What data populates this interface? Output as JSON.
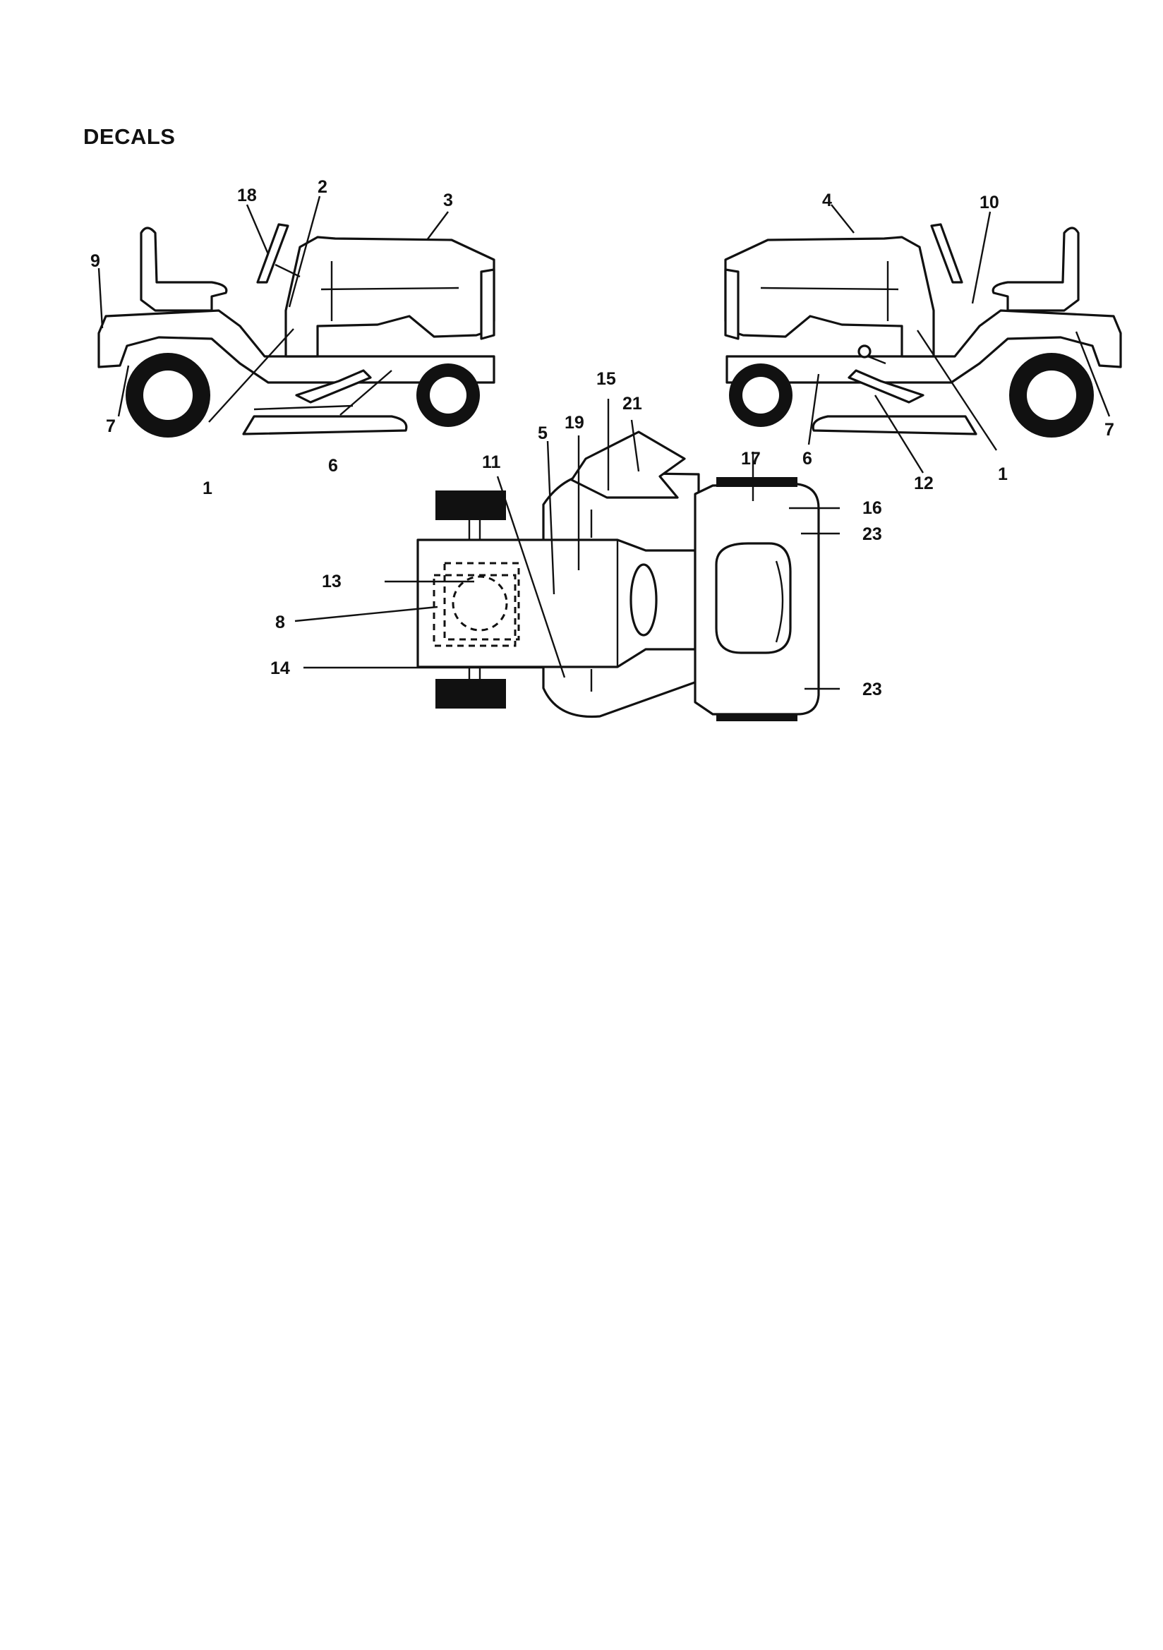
{
  "title": "DECALS",
  "callouts": {
    "c1a": "1",
    "c2": "2",
    "c3": "3",
    "c6a": "6",
    "c7a": "7",
    "c9": "9",
    "c18": "18",
    "c4": "4",
    "c10": "10",
    "c6b": "6",
    "c12": "12",
    "c1b": "1",
    "c7b": "7",
    "c15": "15",
    "c21": "21",
    "c5": "5",
    "c19": "19",
    "c11": "11",
    "c17": "17",
    "c16": "16",
    "c23a": "23",
    "c13": "13",
    "c8": "8",
    "c14": "14",
    "c23b": "23"
  }
}
